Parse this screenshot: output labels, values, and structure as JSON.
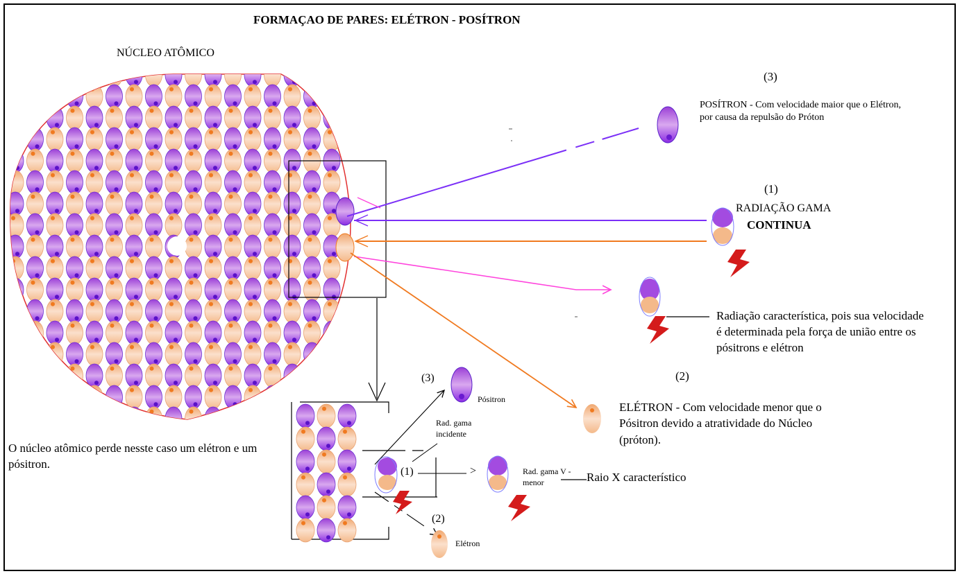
{
  "title": "FORMAÇAO DE PARES:  ELÉTRON - POSÍTRON",
  "labels": {
    "nucleus": "NÚCLEO ATÔMICO",
    "positron_number": "(3)",
    "positron_description": "POSÍTRON - Com velocidade maior que o Elétron, por causa da repulsão do Próton",
    "gamma_number": "(1)",
    "gamma_label": "RADIAÇÃO GAMA",
    "gamma_continua": "CONTINUA",
    "characteristic_description": "Radiação característica, pois sua velocidade é determinada pela força de união entre os pósitrons e elétron",
    "electron_number": "(2)",
    "electron_description": "ELÉTRON - Com velocidade menor que  o Pósitron devido a atratividade do Núcleo (próton).",
    "nucleus_loss": "O núcleo atômico perde nesste caso um elétron e um pósitron."
  },
  "inset": {
    "positron_number": "(3)",
    "positron_label": "Pósitron",
    "gamma_incident": "Rad. gama incidente",
    "gamma_number": "(1)",
    "arrow_symbol": ">",
    "gamma_reduced": "Rad. gama V - menor",
    "xray_label": "Raio X característico",
    "electron_number": "(2)",
    "electron_label": "Elétron"
  },
  "colors": {
    "positron": "#8a2be2",
    "positron_light": "#d8a6f0",
    "electron": "#f4b98a",
    "electron_dot": "#f07a20",
    "gamma_line": "#7b2ff7",
    "electron_line": "#f07a20",
    "characteristic_line": "#ff44dd",
    "lightning": "#d41b1b",
    "nucleus_border": "#e23030"
  }
}
